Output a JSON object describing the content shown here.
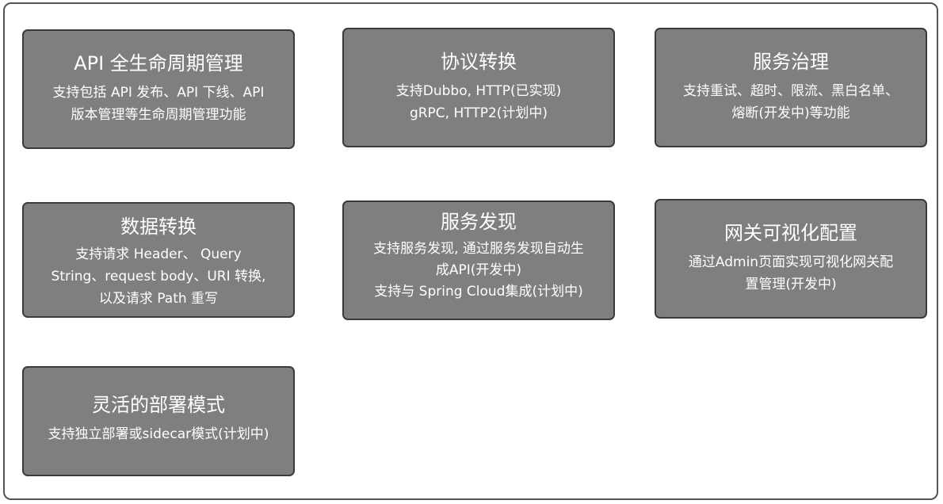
{
  "cards": [
    {
      "title": "API 全生命周期管理",
      "desc": [
        "支持包括 API 发布、API 下线、API",
        "版本管理等生命周期管理功能"
      ]
    },
    {
      "title": "协议转换",
      "desc": [
        "支持Dubbo, HTTP(已实现)",
        "gRPC, HTTP2(计划中)"
      ]
    },
    {
      "title": "服务治理",
      "desc": [
        "支持重试、超时、限流、黑白名单、",
        "熔断(开发中)等功能"
      ]
    },
    {
      "title": "数据转换",
      "desc": [
        "支持请求 Header、 Query",
        "String、request body、URI 转换,",
        "以及请求 Path 重写"
      ]
    },
    {
      "title": "服务发现",
      "desc": [
        "支持服务发现, 通过服务发现自动生",
        "成API(开发中)",
        "支持与 Spring Cloud集成(计划中)"
      ]
    },
    {
      "title": "网关可视化配置",
      "desc": [
        "通过Admin页面实现可视化网关配",
        "置管理(开发中)"
      ]
    },
    {
      "title": "灵活的部署模式",
      "desc": [
        "支持独立部署或sidecar模式(计划中)"
      ]
    }
  ]
}
